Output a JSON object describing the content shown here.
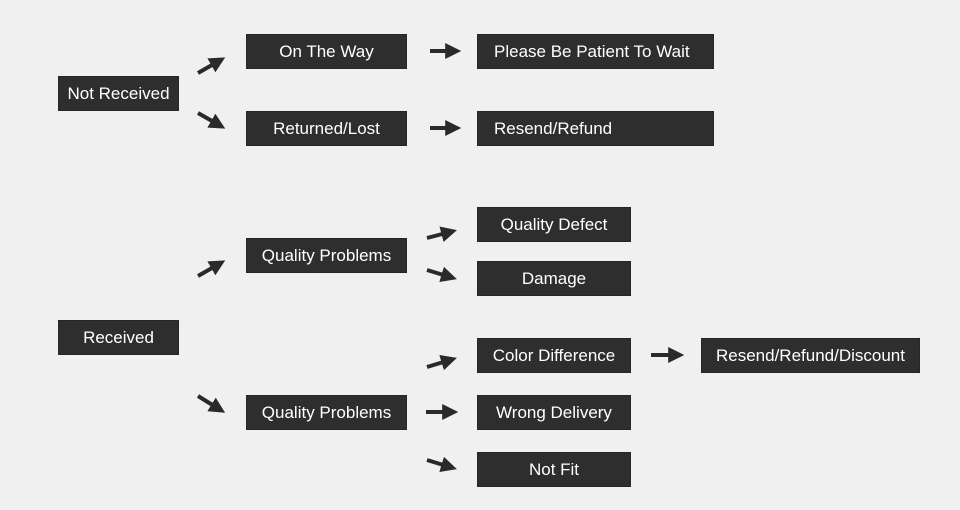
{
  "colors": {
    "background": "#f0f0f0",
    "box_fill": "#2e2e2e",
    "box_text": "#ffffff",
    "arrow": "#2a2a2a"
  },
  "not_received": {
    "label": "Not Received",
    "on_the_way": "On The Way",
    "please_wait": "Please Be Patient To Wait",
    "returned_lost": "Returned/Lost",
    "resend_refund": "Resend/Refund"
  },
  "received": {
    "label": "Received",
    "quality_problems_1": "Quality Problems",
    "quality_defect": "Quality Defect",
    "damage": "Damage",
    "quality_problems_2": "Quality Problems",
    "color_difference": "Color Difference",
    "resend_refund_discount": "Resend/Refund/Discount",
    "wrong_delivery": "Wrong Delivery",
    "not_fit": "Not Fit"
  }
}
